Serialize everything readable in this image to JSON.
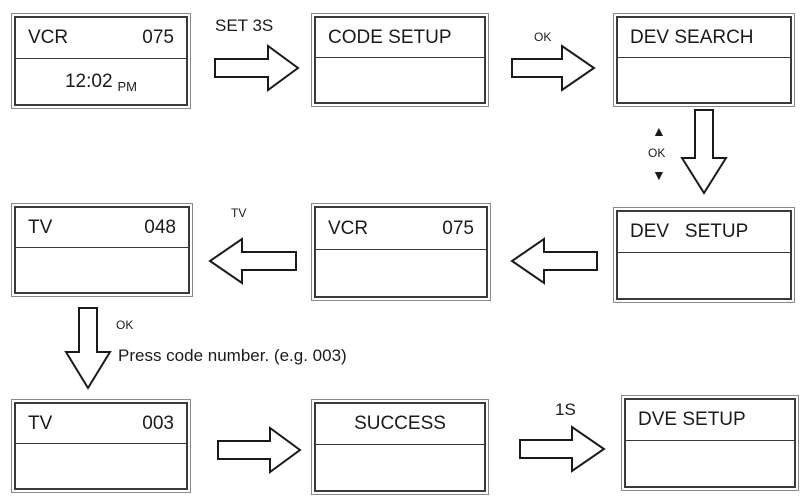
{
  "screens": {
    "s1": {
      "left": "VCR",
      "right": "075",
      "bottom": "12:02",
      "ampm": "PM"
    },
    "s2": {
      "text": "CODE SETUP"
    },
    "s3": {
      "text": "DEV SEARCH"
    },
    "s4": {
      "text": "DEV   SETUP"
    },
    "s5": {
      "left": "VCR",
      "right": "075"
    },
    "s6": {
      "left": "TV",
      "right": "048"
    },
    "s7": {
      "left": "TV",
      "right": "003"
    },
    "s8": {
      "text": "SUCCESS"
    },
    "s9": {
      "text": "DVE SETUP"
    }
  },
  "labels": {
    "set3s": "SET 3S",
    "ok1": "OK",
    "ok2": "OK",
    "tv": "TV",
    "ok3": "OK",
    "press": "Press code number. (e.g. 003)",
    "one_s": "1S"
  },
  "icons": {
    "up": "▲",
    "down": "▼"
  }
}
